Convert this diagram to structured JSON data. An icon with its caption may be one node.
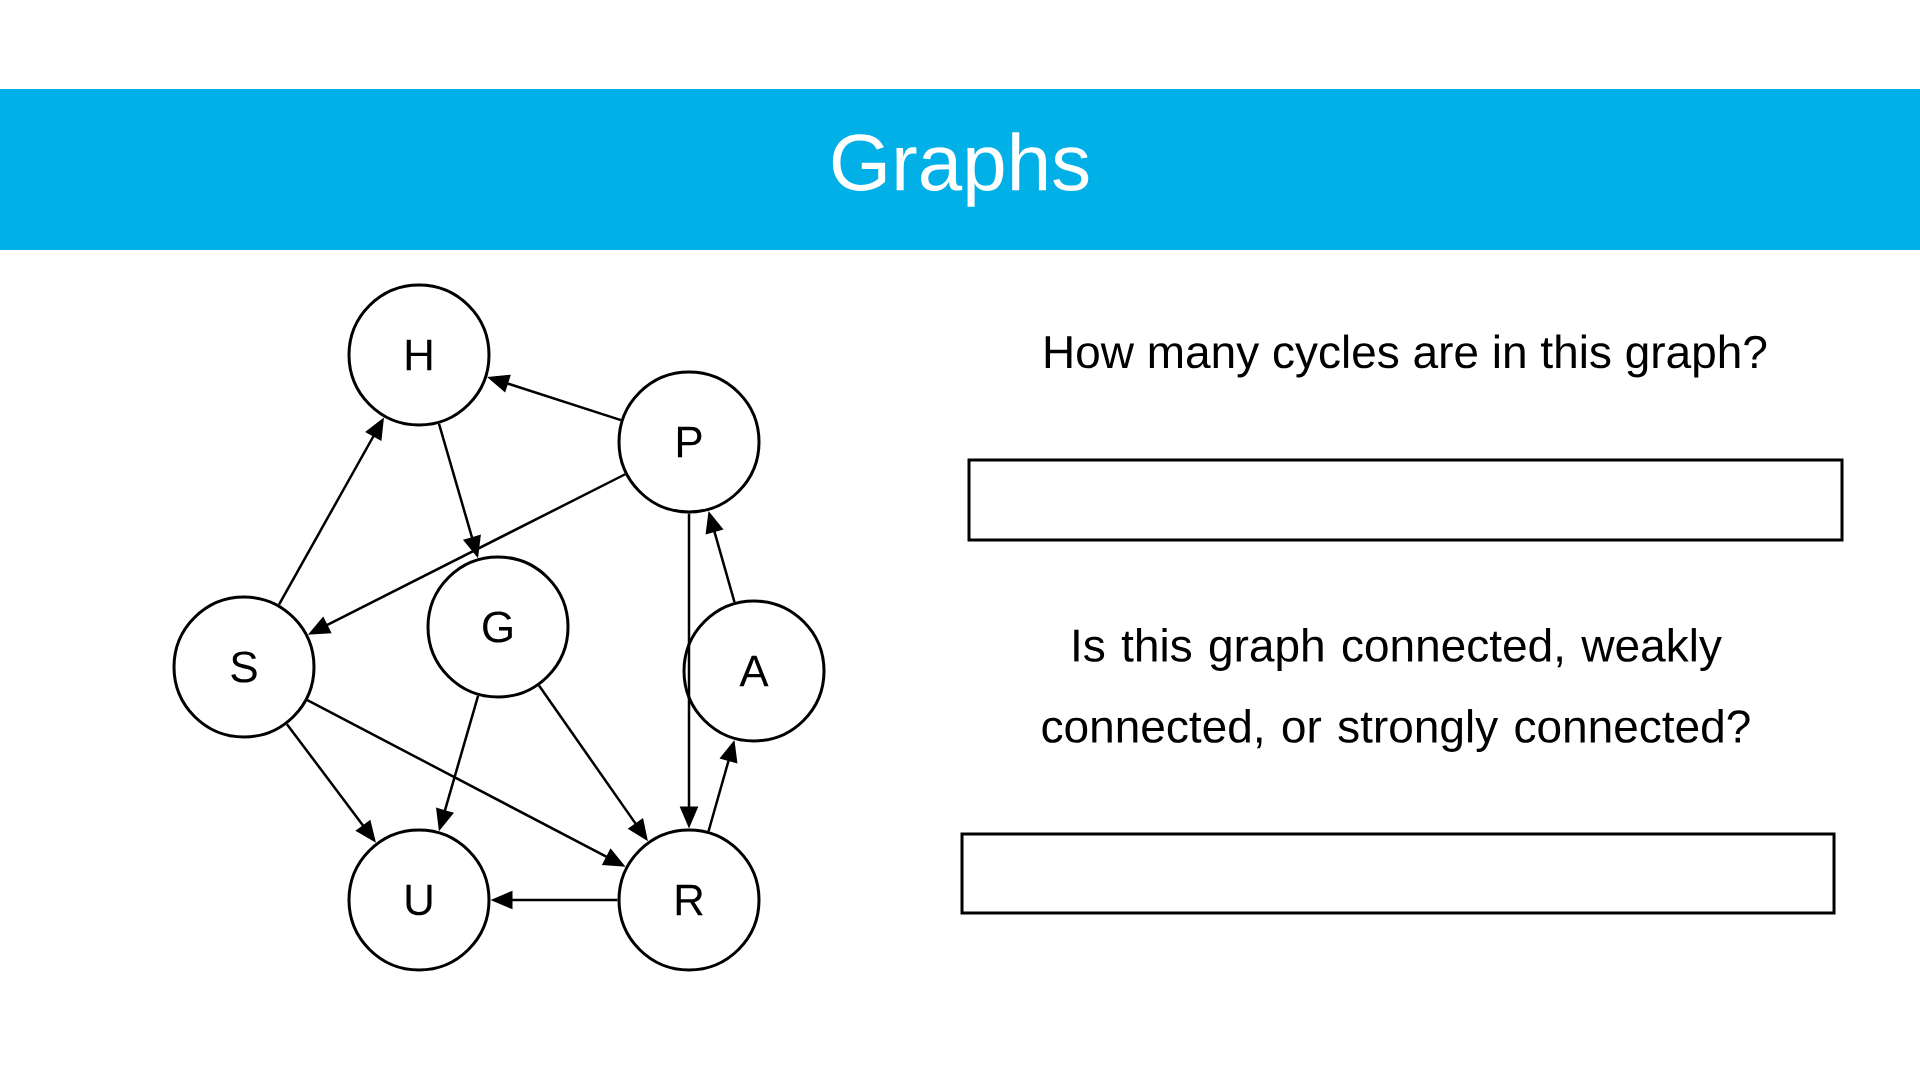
{
  "diagram": {
    "title": "Graphs",
    "nodes": [
      {
        "text": [
          "H"
        ]
      },
      {
        "text": [
          "P"
        ]
      },
      {
        "text": [
          "S"
        ]
      },
      {
        "text": [
          "G"
        ]
      },
      {
        "text": [
          "A"
        ]
      },
      {
        "text": [
          "U"
        ]
      },
      {
        "text": [
          "R"
        ]
      }
    ],
    "edges": [
      {
        "from": 1,
        "to": 0,
        "arrow": "to"
      },
      {
        "from": 0,
        "to": 3,
        "arrow": "to"
      },
      {
        "from": 2,
        "to": 0,
        "arrow": "to"
      },
      {
        "from": 1,
        "to": 2,
        "arrow": "to"
      },
      {
        "from": 1,
        "to": 6,
        "arrow": "to"
      },
      {
        "from": 4,
        "to": 1,
        "arrow": "to"
      },
      {
        "from": 3,
        "to": 5,
        "arrow": "to"
      },
      {
        "from": 3,
        "to": 6,
        "arrow": "to"
      },
      {
        "from": 2,
        "to": 5,
        "arrow": "to"
      },
      {
        "from": 2,
        "to": 6,
        "arrow": "to"
      },
      {
        "from": 6,
        "to": 4,
        "arrow": "to"
      },
      {
        "from": 6,
        "to": 5,
        "arrow": "to"
      }
    ],
    "labels": [
      "How many cycles are in this graph?",
      "Is this graph connected, weakly connected, or strongly connected?"
    ]
  }
}
